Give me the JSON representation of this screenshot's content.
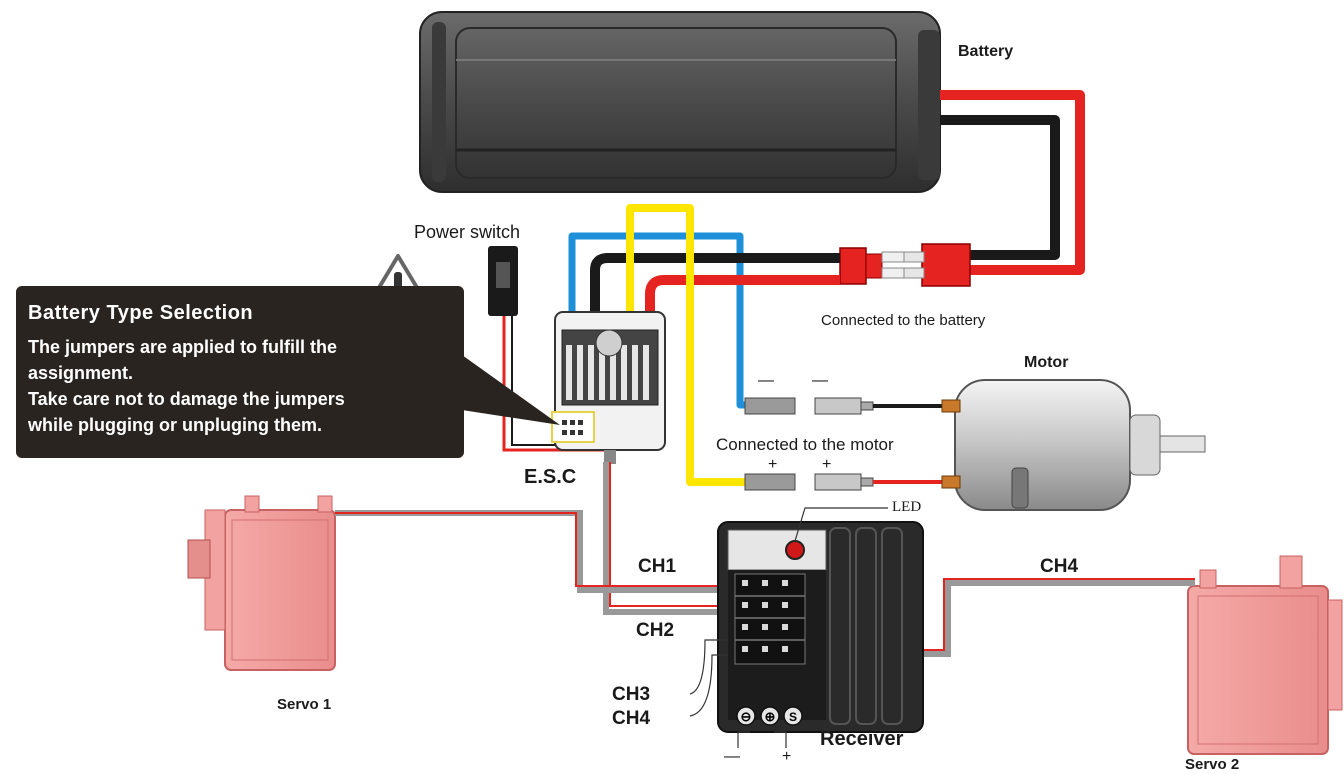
{
  "labels": {
    "battery": "Battery",
    "power_switch": "Power switch",
    "connected_battery": "Connected to the battery",
    "motor": "Motor",
    "connected_motor": "Connected to the motor",
    "esc": "E.S.C",
    "led": "LED",
    "ch1": "CH1",
    "ch2": "CH2",
    "ch3": "CH3",
    "ch4_left": "CH4",
    "ch4_right": "CH4",
    "servo1": "Servo 1",
    "servo2": "Servo 2",
    "receiver": "Receiver",
    "minus_1": "—",
    "minus_2": "—",
    "minus_rx": "—",
    "plus_1": "+",
    "plus_2": "+",
    "plus_rx": "+"
  },
  "callout": {
    "title": "Battery Type Selection",
    "body_lines": [
      "The jumpers are applied to fulfill the",
      "assignment.",
      "Take care not to damage the jumpers",
      "while plugging or unpluging them."
    ]
  },
  "receiver_buttons": [
    "⊖",
    "⊕",
    "S"
  ],
  "colors": {
    "positive_wire": "#e52421",
    "negative_wire": "#1a1a1a",
    "signal_blue": "#1e8fd8",
    "signal_yellow": "#ffe600",
    "servo": "#f2a2a0",
    "callout_bg": "#2a2420"
  }
}
